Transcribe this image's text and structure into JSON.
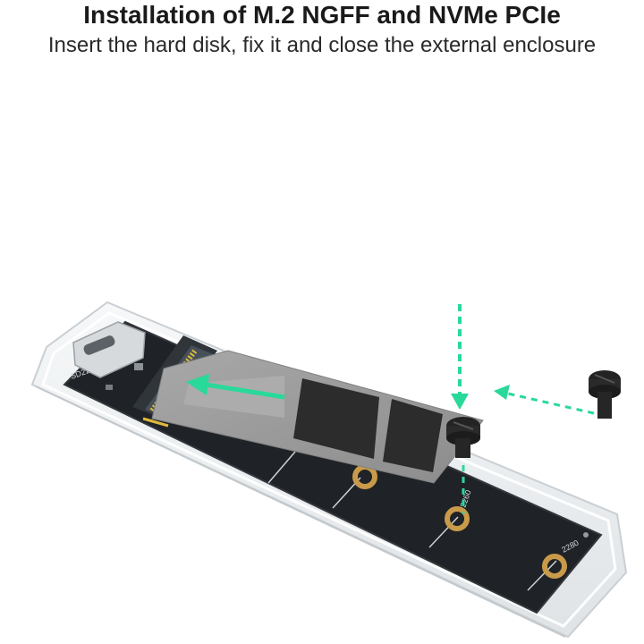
{
  "header": {
    "title": "Installation of M.2 NGFF and NVMe PCIe",
    "subtitle": "Insert the hard disk, fix it and close the external enclosure"
  },
  "illustration": {
    "board_model": "SD2203",
    "size_markings": [
      "2260",
      "2280"
    ],
    "colors": {
      "arrow": "#28d99a",
      "board": "#1f2226",
      "ssd": "#9c9c9c",
      "chip": "#2c2c2c",
      "brass": "#c89a4a",
      "enclosure": "#e7eaec"
    },
    "icons": [
      "usb-c-port-icon",
      "screw-icon",
      "arrow-down-icon",
      "arrow-left-icon"
    ]
  }
}
